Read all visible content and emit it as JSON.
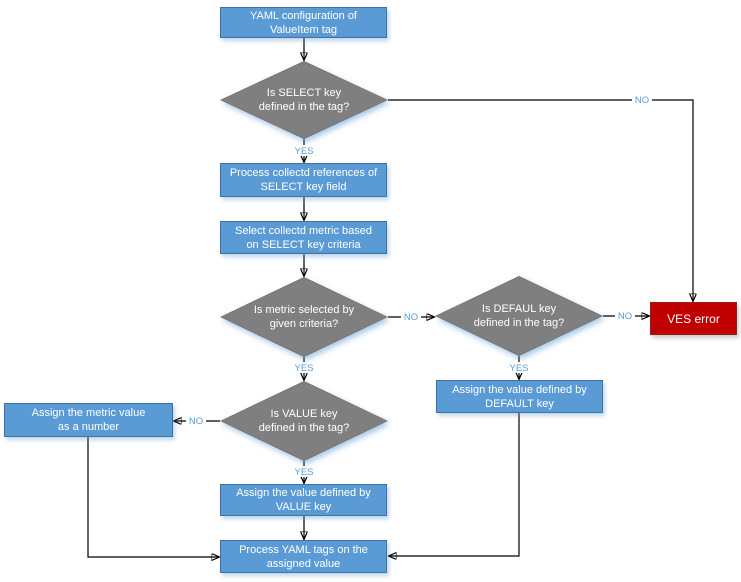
{
  "diagram": {
    "type": "flowchart",
    "nodes": {
      "yaml_config": {
        "label": "YAML configuration of ValueItem tag",
        "shape": "process"
      },
      "is_select_key": {
        "label": "Is SELECT key defined in the tag?",
        "shape": "decision"
      },
      "process_references": {
        "label": "Process collectd references of SELECT key field",
        "shape": "process"
      },
      "select_metric": {
        "label": "Select collectd metric based on SELECT key criteria",
        "shape": "process"
      },
      "is_metric_selected": {
        "label": "Is metric selected by given criteria?",
        "shape": "decision"
      },
      "is_default_key": {
        "label": "Is DEFAUL key defined in the tag?",
        "shape": "decision"
      },
      "ves_error": {
        "label": "VES error",
        "shape": "error"
      },
      "assign_default": {
        "label": "Assign the value defined by DEFAULT key",
        "shape": "process"
      },
      "is_value_key": {
        "label": "Is VALUE key defined in the tag?",
        "shape": "decision"
      },
      "assign_metric": {
        "label": "Assign the metric value as a number",
        "shape": "process"
      },
      "assign_value": {
        "label": "Assign the value defined by VALUE key",
        "shape": "process"
      },
      "process_yaml_tags": {
        "label": "Process YAML tags on the assigned value",
        "shape": "process"
      }
    },
    "edges": {
      "select_yes": "YES",
      "select_no": "NO",
      "metric_yes": "YES",
      "metric_no": "NO",
      "default_yes": "YES",
      "default_no": "NO",
      "value_yes": "YES",
      "value_no": "NO"
    },
    "colors": {
      "process_fill": "#5B9BD5",
      "process_border": "#41719C",
      "decision_fill": "#7F7F7F",
      "decision_border": "#6E6E6E",
      "error_fill": "#C00000",
      "error_border": "#8F2020",
      "edge_label": "#5B9BD5",
      "connector": "#000000",
      "node_text": "#FFFFFF"
    }
  }
}
